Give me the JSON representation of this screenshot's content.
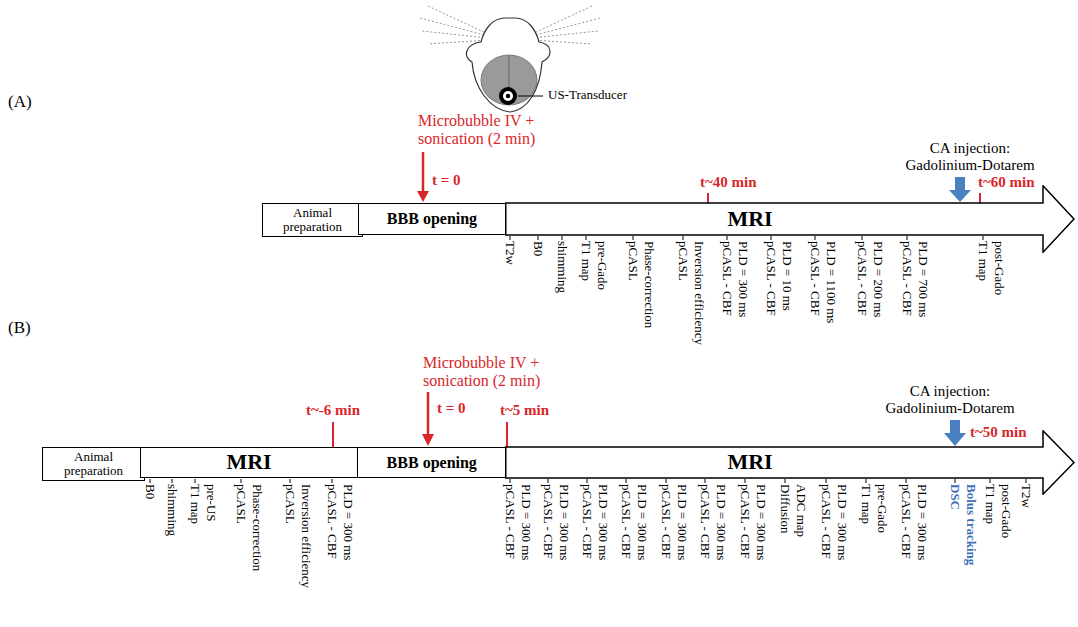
{
  "diagram": {
    "nodes": [
      {
        "text": [
          "Animal preparation"
        ]
      },
      {
        "text": [
          "BBB opening"
        ]
      },
      {
        "text": [
          "MRI"
        ]
      },
      {
        "text": [
          "Animal preparation"
        ]
      },
      {
        "text": [
          "MRI"
        ]
      },
      {
        "text": [
          "BBB opening"
        ]
      },
      {
        "text": [
          "MRI"
        ]
      }
    ],
    "labels": [
      "(A)",
      "US-Transducer",
      "Microbubble IV + sonication (2 min)",
      "t = 0",
      "t~40 min",
      "CA injection: Gadolinium-Dotarem",
      "t~60 min",
      "T2w",
      "B0",
      "shimming",
      "T1 map",
      "pre-Gado",
      "pCASL",
      "Phase-correction",
      "pCASL",
      "Inversion efficiency",
      "pCASL - CBF",
      "PLD = 300 ms",
      "pCASL - CBF",
      "PLD = 10 ms",
      "pCASL - CBF",
      "PLD = 1100 ms",
      "pCASL - CBF",
      "PLD = 200 ms",
      "pCASL - CBF",
      "PLD = 700 ms",
      "T1 map",
      "post-Gado",
      "(B)",
      "Microbubble IV + sonication (2 min)",
      "t = 0",
      "t~-6 min",
      "t~5 min",
      "CA injection: Gadolinium-Dotarem",
      "t~50 min",
      "B0",
      "shimming",
      "T1 map",
      "pre-US",
      "pCASL",
      "Phase-correction",
      "pCASL",
      "Inversion efficiency",
      "pCASL - CBF",
      "PLD = 300 ms",
      "pCASL - CBF",
      "PLD = 300 ms",
      "pCASL - CBF",
      "PLD = 300 ms",
      "pCASL - CBF",
      "PLD = 300 ms",
      "pCASL - CBF",
      "PLD = 300 ms",
      "pCASL - CBF",
      "PLD = 300 ms",
      "pCASL - CBF",
      "PLD = 300 ms",
      "pCASL - CBF",
      "PLD = 300 ms",
      "Diffusion",
      "ADC map",
      "pCASL - CBF",
      "PLD = 300 ms",
      "T1 map",
      "pre-Gado",
      "pCASL - CBF",
      "PLD = 300 ms",
      "DSC",
      "Bolus tracking",
      "T1 map",
      "post-Gado",
      "T2w"
    ]
  }
}
